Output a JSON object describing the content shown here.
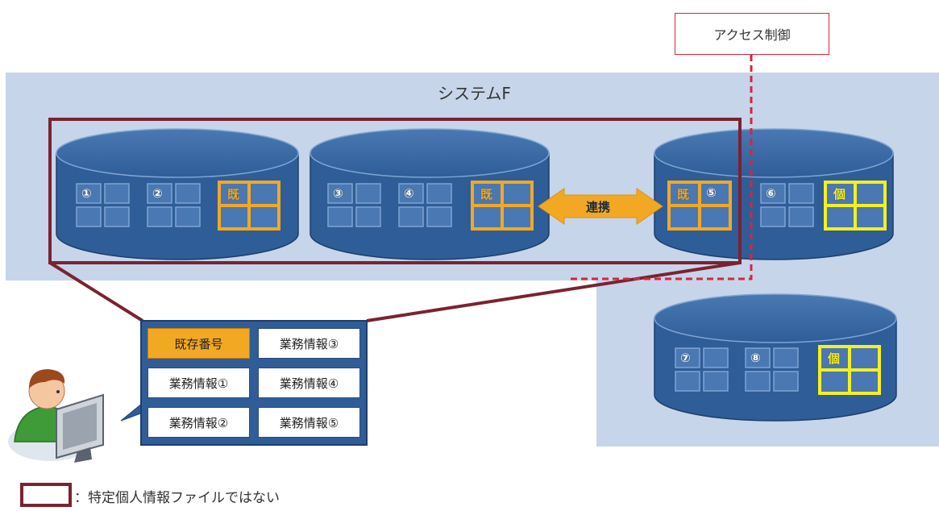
{
  "access_control": {
    "label": "アクセス制御"
  },
  "system": {
    "title": "システムF"
  },
  "link": {
    "label": "連携"
  },
  "cylinders": [
    {
      "files": [
        {
          "label": "①",
          "kind": "normal"
        },
        {
          "label": "②",
          "kind": "normal"
        },
        {
          "label": "既",
          "kind": "key"
        }
      ]
    },
    {
      "files": [
        {
          "label": "③",
          "kind": "normal"
        },
        {
          "label": "④",
          "kind": "normal"
        },
        {
          "label": "既",
          "kind": "key"
        }
      ]
    },
    {
      "files": [
        {
          "label": "既",
          "kind": "key"
        },
        {
          "label": "⑤",
          "kind": "inline"
        },
        {
          "label": "⑥",
          "kind": "normal"
        },
        {
          "label": "個",
          "kind": "personal"
        }
      ]
    },
    {
      "files": [
        {
          "label": "⑦",
          "kind": "normal"
        },
        {
          "label": "⑧",
          "kind": "normal"
        },
        {
          "label": "個",
          "kind": "personal"
        }
      ]
    }
  ],
  "info_table": {
    "cells": [
      [
        "既存番号",
        "業務情報③"
      ],
      [
        "業務情報①",
        "業務情報④"
      ],
      [
        "業務情報②",
        "業務情報⑤"
      ]
    ]
  },
  "legend": {
    "text": "：特定個人情報ファイルではない"
  },
  "colors": {
    "system_bg": "#c6d5ea",
    "cylinder_fill": "#2f5d97",
    "cylinder_stroke": "#7ea4d4",
    "key_outline": "#f3a823",
    "personal_outline": "#f5f020",
    "non_specific_border": "#7b2230",
    "access_line": "#d6263a"
  }
}
